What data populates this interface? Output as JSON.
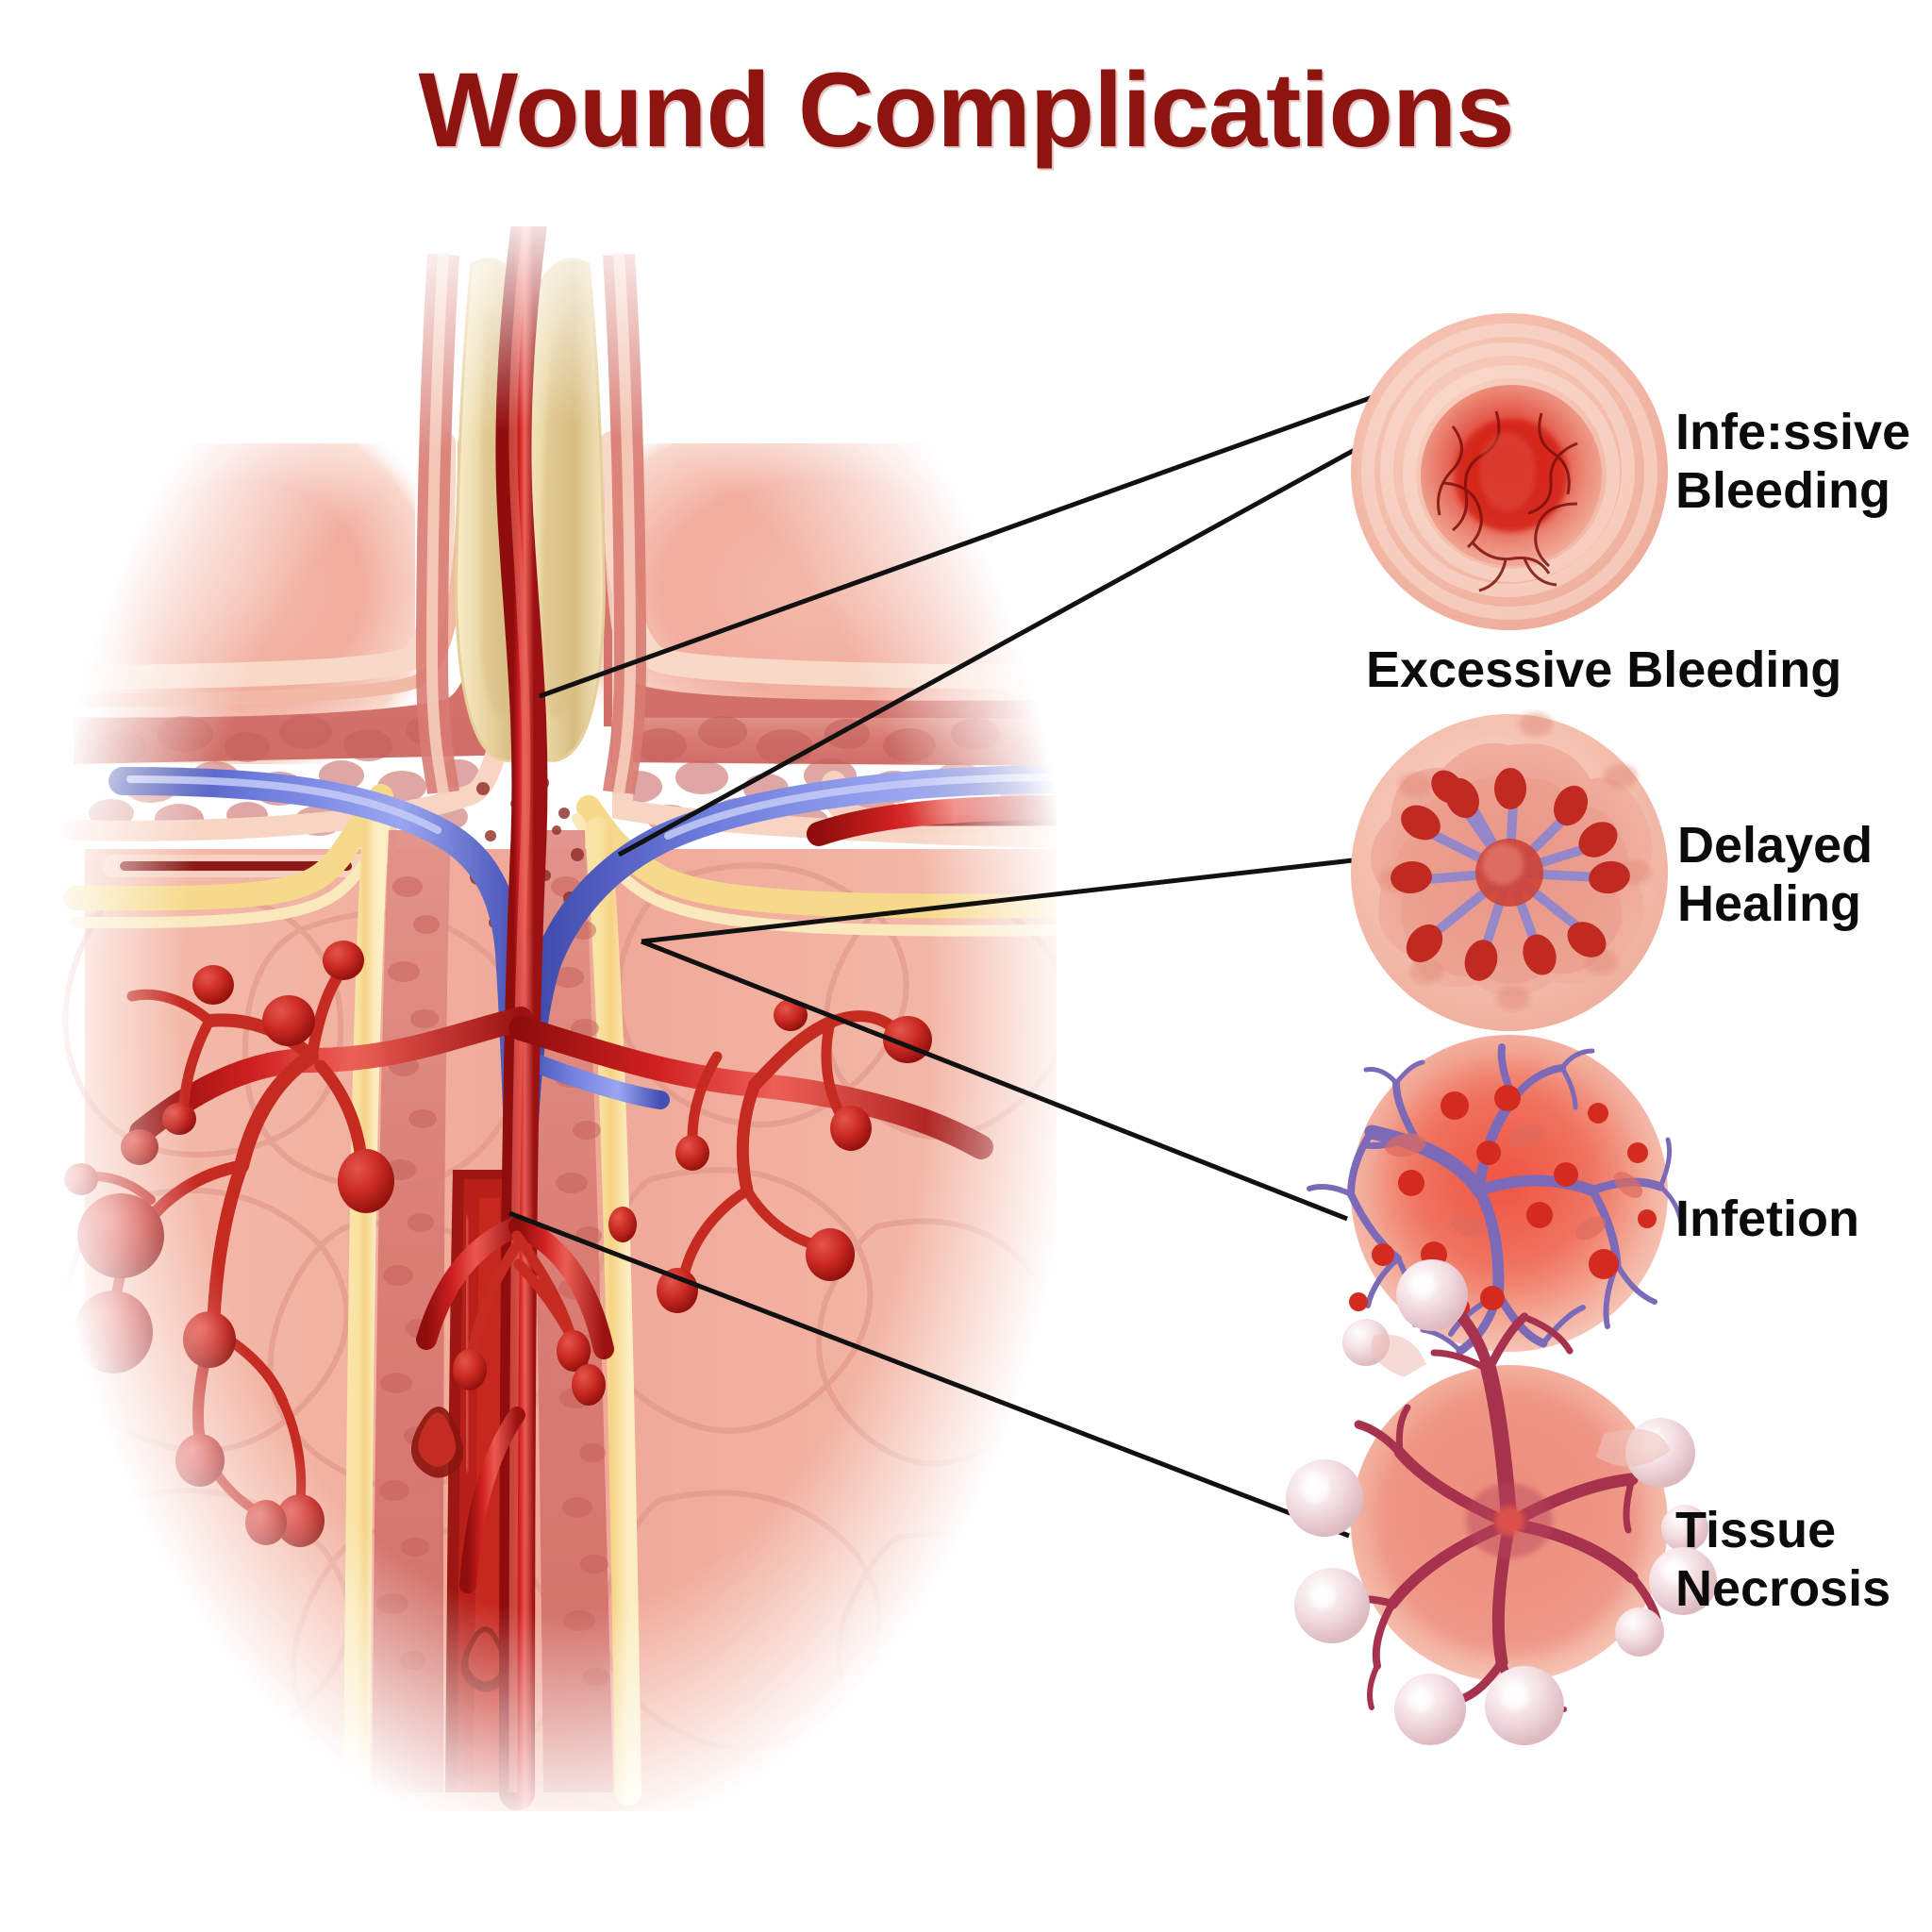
{
  "page": {
    "title": "Wound Complications",
    "title_color": "#8e1410",
    "background": "#ffffff"
  },
  "diagram": {
    "name": "skin-wound-cross-section",
    "description": "Cross-section of skin and subcutaneous tissue at a wound site showing epidermis, dermis, hair follicles, artery, vein and capillary networks",
    "layers": {
      "epidermis_color": "#f6cfc0",
      "dermis_color": "#d97a72",
      "hypodermis_color": "#f0b3a6",
      "follicle_color": "#ecd9a6",
      "artery_color": "#bb1414",
      "vein_color": "#5560c8",
      "nerve_color": "#f6d98a"
    }
  },
  "callouts": [
    {
      "id": "excessive-bleeding-top",
      "label": "Infe:ssive\nBleeding",
      "circle_name": "wound-crater-bleeding-circle",
      "leader_lines": 2
    },
    {
      "id": "excessive-bleeding",
      "label": "Excessive Bleeding",
      "circle_name": "",
      "leader_lines": 0
    },
    {
      "id": "delayed-healing",
      "label": "Delayed\nHealing",
      "circle_name": "clotting-platelets-circle",
      "leader_lines": 1
    },
    {
      "id": "infection",
      "label": "Infetion",
      "circle_name": "inflamed-vessels-circle",
      "leader_lines": 1
    },
    {
      "id": "tissue-necrosis",
      "label": "Tissue\nNecrosis",
      "circle_name": "necrotic-tissue-circle",
      "leader_lines": 1
    }
  ],
  "leader_line": {
    "color": "#111111",
    "width": 5
  },
  "colors": {
    "label_text": "#0b0b0b",
    "title": "#8e1410",
    "skin_light": "#f7cdbe",
    "skin_mid": "#ef9f8e",
    "wound_red": "#cf2b21",
    "vessel_purple": "#7d6fc0",
    "necrosis_bulb": "#f0dbe0"
  }
}
